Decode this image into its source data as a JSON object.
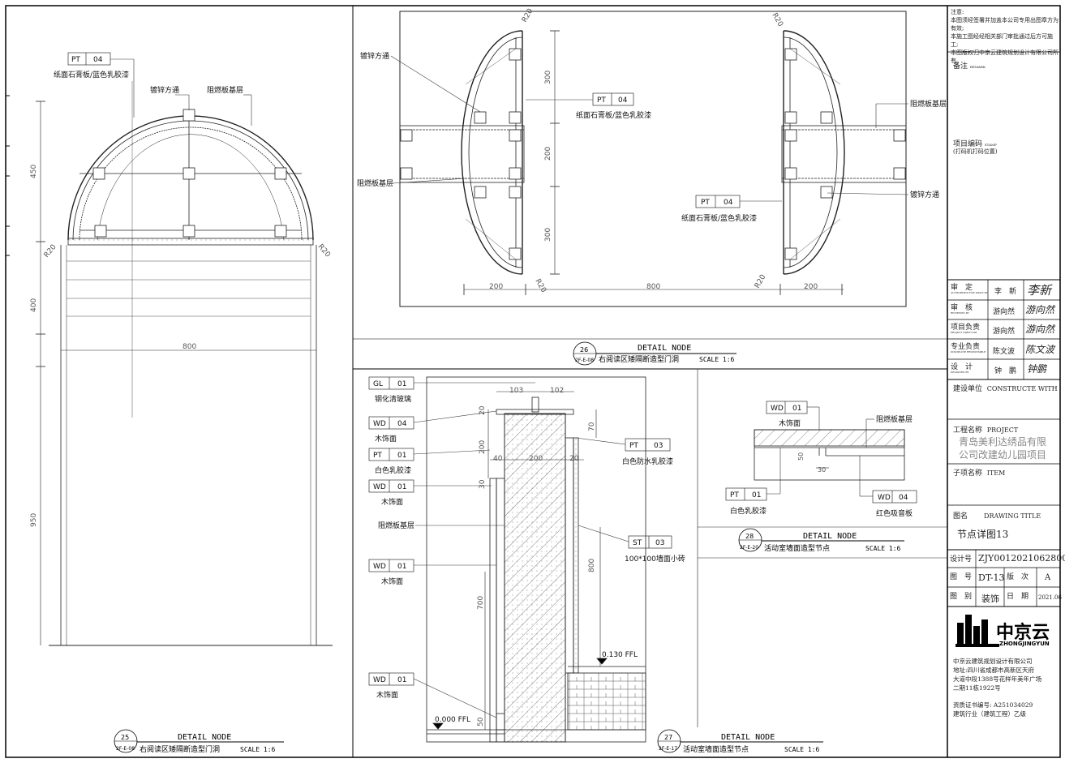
{
  "notes": {
    "title": "注意:",
    "lines": [
      "本图须经签署并加盖本公司专用出图章方为有效;",
      "本施工图经经相关部门审批通过后方可施工;",
      "本图版权归中京云建筑规划设计有限公司所有。"
    ],
    "remark": "备注",
    "remark_en": "REMARK",
    "project_no": "项目编码",
    "project_no_en": "STAMP",
    "project_no_note": "(打码机打码位置)"
  },
  "signoff": [
    {
      "role": "审　定",
      "role_en": "AUTHORIZED FOR ISSUE BY",
      "name": "李　新",
      "sig": "李新"
    },
    {
      "role": "审　核",
      "role_en": "REVIEWED BY",
      "name": "游向然",
      "sig": "游向然"
    },
    {
      "role": "项目负责",
      "role_en": "PROJECT DIRECTOR",
      "name": "游向然",
      "sig": "游向然"
    },
    {
      "role": "专业负责",
      "role_en": "DISCIPLINE RESPONSIBLE",
      "name": "陈文波",
      "sig": "陈文波"
    },
    {
      "role": "设　计",
      "role_en": "DESIGNED BY",
      "name": "钟　鹏",
      "sig": "钟鹏"
    }
  ],
  "client": {
    "label": "建设单位",
    "label_en": "CONSTRUCTE WITH"
  },
  "project": {
    "label": "工程名称",
    "label_en": "PROJECT",
    "name_line1": "青岛美利达绣品有限",
    "name_line2": "公司改建幼儿园项目"
  },
  "item": {
    "label": "子项名称",
    "label_en": "ITEM"
  },
  "drawing": {
    "label": "图名",
    "label_en": "DRAWING TITLE",
    "title": "节点详图13"
  },
  "meta": {
    "design_no_label": "设计号",
    "design_no": "ZJY00120210628001",
    "dwg_no_label": "图　号",
    "dwg_no": "DT-13",
    "rev_label": "版　次",
    "rev": "A",
    "category_label": "图　别",
    "category": "装饰",
    "date_label": "日　期",
    "date": "2021.06"
  },
  "company": {
    "logo_cn": "中京云",
    "logo_en": "ZHONGJINGYUN",
    "name": "中京云建筑规划设计有限公司",
    "addr1": "地址:四川省成都市高新区天府",
    "addr2": "大道中段1388号花样年美年广场",
    "addr3": "二期11栋1922号",
    "cert": "资质证书编号: A251034029",
    "grade": "建筑行业（建筑工程）乙级"
  },
  "details": {
    "d25": {
      "num": "25",
      "ref": "2F-E-08",
      "heading": "DETAIL NODE",
      "title": "右阅读区矮隔断造型门洞",
      "scale": "SCALE 1:6"
    },
    "d26": {
      "num": "26",
      "ref": "2F-E-08",
      "heading": "DETAIL NODE",
      "title": "右阅读区矮隔断造型门洞",
      "scale": "SCALE 1:6"
    },
    "d27": {
      "num": "27",
      "ref": "2F-E-17",
      "heading": "DETAIL NODE",
      "title": "活动室墙面造型节点",
      "scale": "SCALE 1:6"
    },
    "d28": {
      "num": "28",
      "ref": "2F-E-20",
      "heading": "DETAIL NODE",
      "title": "活动室墙面造型节点",
      "scale": "SCALE 1:6"
    }
  },
  "labels": {
    "pt04": "纸面石膏板/蓝色乳胶漆",
    "galv": "镀锌方通",
    "fire": "阻燃板基层",
    "glass": "钢化清玻璃",
    "wood": "木饰面",
    "white_paint": "白色乳胶漆",
    "white_wp_paint": "白色防水乳胶漆",
    "tile": "100*100墙面小砖",
    "red_panel": "红色吸音板"
  },
  "tags": {
    "PT": "PT",
    "WD": "WD",
    "GL": "GL",
    "ST": "ST",
    "n01": "01",
    "n03": "03",
    "n04": "04"
  },
  "dims": {
    "d450": "450",
    "d400": "400",
    "d950": "950",
    "d800": "800",
    "r20": "R20",
    "d300": "300",
    "d200": "200",
    "d103": "103",
    "d102": "102",
    "d20": "20",
    "d70": "70",
    "d30": "30",
    "d40": "40",
    "d700": "700",
    "d50": "50",
    "ffl0": "0.000 FFL",
    "ffl130": "0.130 FFL"
  }
}
